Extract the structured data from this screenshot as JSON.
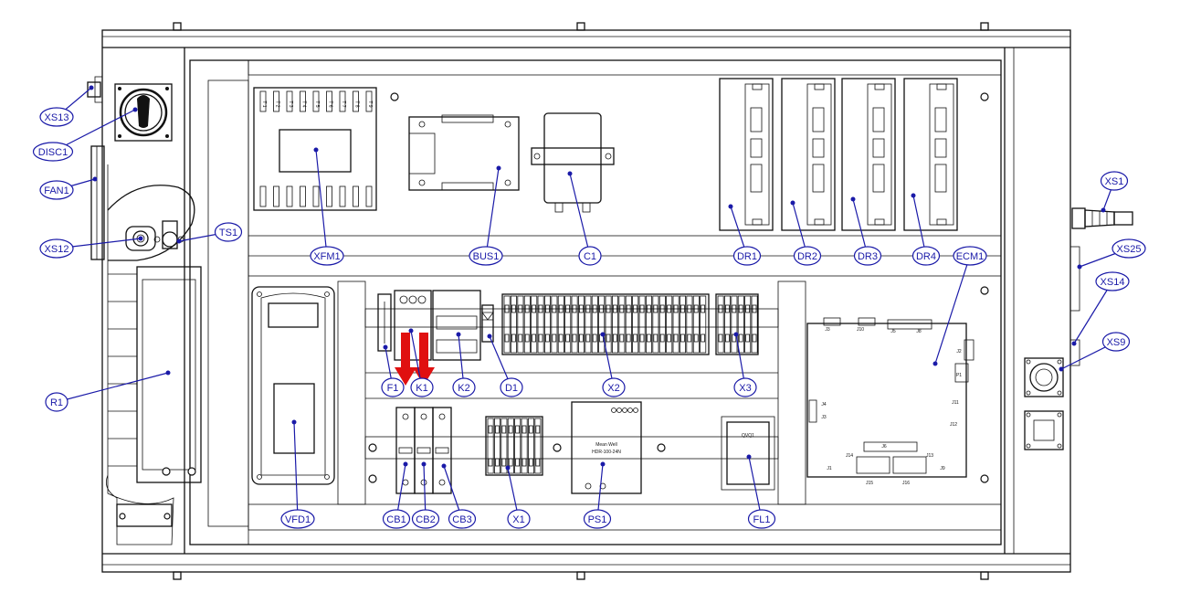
{
  "drawing": {
    "accent_color": "#1a1aa8",
    "highlight_color": "#e01010",
    "callouts": [
      {
        "id": "xs13",
        "label": "XS13"
      },
      {
        "id": "disc1",
        "label": "DISC1"
      },
      {
        "id": "fan1",
        "label": "FAN1"
      },
      {
        "id": "xs12",
        "label": "XS12"
      },
      {
        "id": "ts1",
        "label": "TS1"
      },
      {
        "id": "r1",
        "label": "R1"
      },
      {
        "id": "xfm1",
        "label": "XFM1"
      },
      {
        "id": "bus1",
        "label": "BUS1"
      },
      {
        "id": "c1",
        "label": "C1"
      },
      {
        "id": "dr1",
        "label": "DR1"
      },
      {
        "id": "dr2",
        "label": "DR2"
      },
      {
        "id": "dr3",
        "label": "DR3"
      },
      {
        "id": "dr4",
        "label": "DR4"
      },
      {
        "id": "ecm1",
        "label": "ECM1"
      },
      {
        "id": "xs1",
        "label": "XS1"
      },
      {
        "id": "xs25",
        "label": "XS25"
      },
      {
        "id": "xs14",
        "label": "XS14"
      },
      {
        "id": "xs9",
        "label": "XS9"
      },
      {
        "id": "f1",
        "label": "F1"
      },
      {
        "id": "k1",
        "label": "K1"
      },
      {
        "id": "k2",
        "label": "K2"
      },
      {
        "id": "d1",
        "label": "D1"
      },
      {
        "id": "x2",
        "label": "X2"
      },
      {
        "id": "x3",
        "label": "X3"
      },
      {
        "id": "vfd1",
        "label": "VFD1"
      },
      {
        "id": "cb1",
        "label": "CB1"
      },
      {
        "id": "cb2",
        "label": "CB2"
      },
      {
        "id": "cb3",
        "label": "CB3"
      },
      {
        "id": "x1",
        "label": "X1"
      },
      {
        "id": "ps1",
        "label": "PS1"
      },
      {
        "id": "fl1",
        "label": "FL1"
      }
    ],
    "ecm_connectors": [
      {
        "id": "j3",
        "label": "J3"
      },
      {
        "id": "j10",
        "label": "J10"
      },
      {
        "id": "j5",
        "label": "J5"
      },
      {
        "id": "j8",
        "label": "J8"
      },
      {
        "id": "j2",
        "label": "J2"
      },
      {
        "id": "p1",
        "label": "P1"
      },
      {
        "id": "j11",
        "label": "J11"
      },
      {
        "id": "j12",
        "label": "J12"
      },
      {
        "id": "j4",
        "label": "J4"
      },
      {
        "id": "j3b",
        "label": "J3"
      },
      {
        "id": "j6",
        "label": "J6"
      },
      {
        "id": "j14",
        "label": "J14"
      },
      {
        "id": "j13",
        "label": "J13"
      },
      {
        "id": "j1",
        "label": "J1"
      },
      {
        "id": "j15",
        "label": "J15"
      },
      {
        "id": "j16",
        "label": "J16"
      },
      {
        "id": "j9",
        "label": "J9"
      }
    ],
    "ps_label_line1": "Mean Well",
    "ps_label_line2": "HDR-100-24N",
    "fl_label": "QVQ1",
    "xfm_terminal_labels": [
      "T 1",
      "T 2",
      "T 3",
      "T 4",
      "T 5",
      "T 6",
      "T 7",
      "T 8",
      "T 9"
    ]
  }
}
